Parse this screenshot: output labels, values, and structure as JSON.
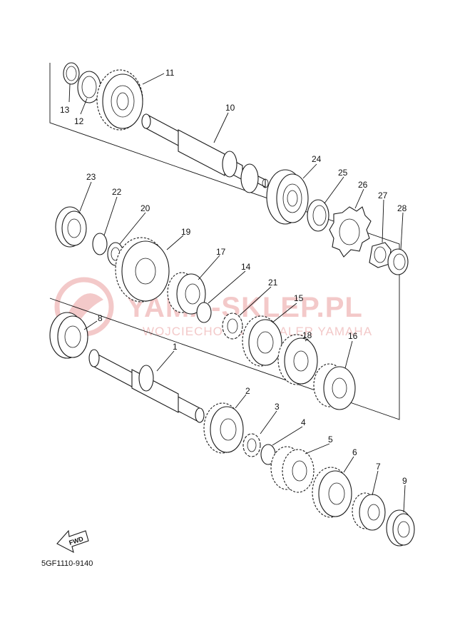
{
  "watermark": {
    "line1": "YAMA-SKLEP.PL",
    "line2": "WOJCIECHOWSKI DEALER YAMAHA"
  },
  "fwd_label": "FWD",
  "diagram_code": "5GF1110-9140",
  "parts": [
    {
      "ref": "1"
    },
    {
      "ref": "2"
    },
    {
      "ref": "3"
    },
    {
      "ref": "4"
    },
    {
      "ref": "5"
    },
    {
      "ref": "6"
    },
    {
      "ref": "7"
    },
    {
      "ref": "8"
    },
    {
      "ref": "9"
    },
    {
      "ref": "10"
    },
    {
      "ref": "11"
    },
    {
      "ref": "12"
    },
    {
      "ref": "13"
    },
    {
      "ref": "14"
    },
    {
      "ref": "15"
    },
    {
      "ref": "16"
    },
    {
      "ref": "17"
    },
    {
      "ref": "18"
    },
    {
      "ref": "19"
    },
    {
      "ref": "20"
    },
    {
      "ref": "21"
    },
    {
      "ref": "22"
    },
    {
      "ref": "23"
    },
    {
      "ref": "24"
    },
    {
      "ref": "25"
    },
    {
      "ref": "26"
    },
    {
      "ref": "27"
    },
    {
      "ref": "28"
    }
  ]
}
